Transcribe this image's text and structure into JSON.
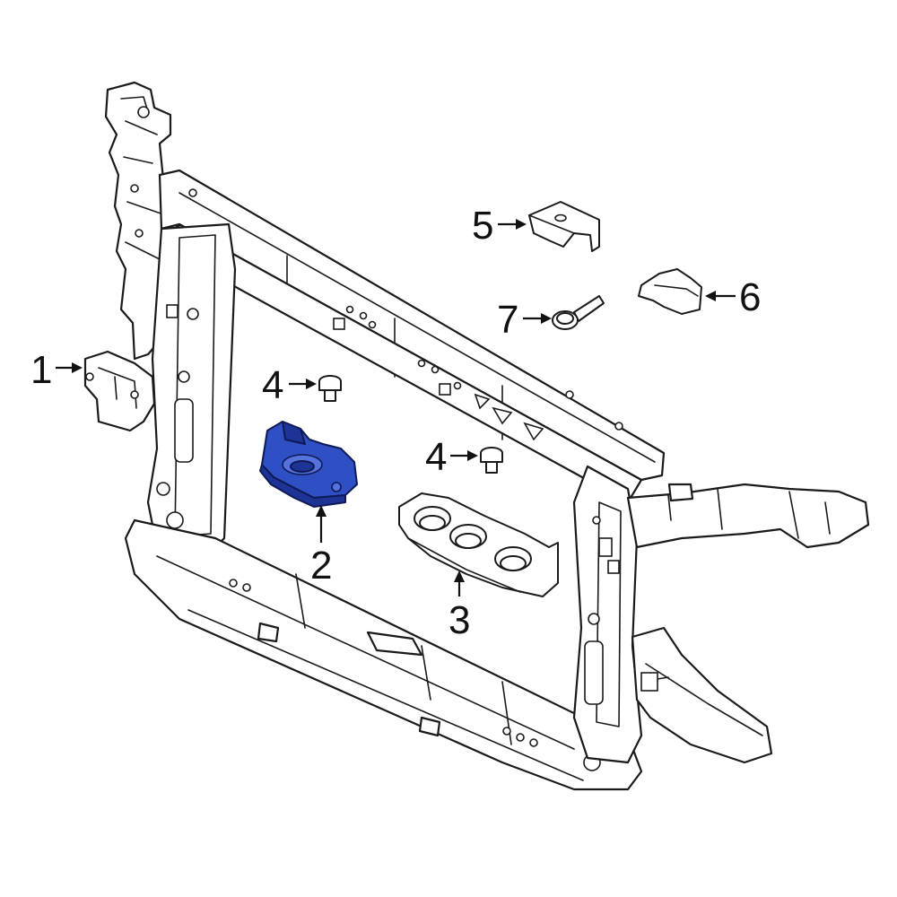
{
  "callouts": [
    {
      "id": "1",
      "label": "1"
    },
    {
      "id": "2",
      "label": "2"
    },
    {
      "id": "3",
      "label": "3"
    },
    {
      "id": "4a",
      "label": "4"
    },
    {
      "id": "4b",
      "label": "4"
    },
    {
      "id": "5",
      "label": "5"
    },
    {
      "id": "6",
      "label": "6"
    },
    {
      "id": "7",
      "label": "7"
    }
  ],
  "colors": {
    "highlight": "#2f4fc4",
    "line": "#1a1a1a",
    "background": "#ffffff"
  }
}
